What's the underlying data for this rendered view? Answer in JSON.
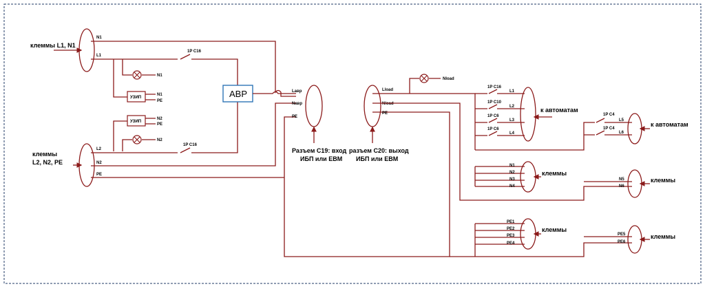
{
  "colors": {
    "wire": "#8b1a1a",
    "avr_border": "#2e75b6",
    "frame": "#1f3864"
  },
  "inputs": {
    "top_terminals": "клеммы L1, N1",
    "bottom_terminals_line1": "клеммы",
    "bottom_terminals_line2": "L2, N2, PE"
  },
  "wires": {
    "N1": "N1",
    "L1": "L1",
    "L2": "L2",
    "N2": "N2",
    "PE": "PE",
    "Lavr": "Lавр",
    "Navr": "Nавр",
    "PE_avr": "PE",
    "Lload": "Lload",
    "Nload": "Nload",
    "PE_load": "PE"
  },
  "components": {
    "avr": "АВР",
    "lamp1_label": "N1",
    "lamp2_label": "N2",
    "lamp_load_label": "Nload",
    "uzip1": "УЗИП",
    "uzip1_n": "N1",
    "uzip1_pe": "PE",
    "uzip2": "УЗИП",
    "uzip2_n": "N2",
    "uzip2_pe": "PE",
    "breaker_l1": "1P C16",
    "breaker_l2": "1P C16"
  },
  "connectors": {
    "c19_line1": "Разъем С19: вход",
    "c19_line2": "ИБП или EBM",
    "c20_line1": "разъем С20: выход",
    "c20_line2": "ИБП или EBM"
  },
  "load_breakers": [
    {
      "rating": "1P C16",
      "out": "L1"
    },
    {
      "rating": "1P C10",
      "out": "L2"
    },
    {
      "rating": "1P C6",
      "out": "L3"
    },
    {
      "rating": "1P C6",
      "out": "L4"
    }
  ],
  "to_breakers_label": "к автоматам",
  "right_breakers": [
    {
      "rating": "1P C4",
      "out": "L5"
    },
    {
      "rating": "1P C4",
      "out": "L6"
    }
  ],
  "to_breakers_label_2": "к автоматам",
  "neutral_outputs": [
    "N1",
    "N2",
    "N3",
    "N4"
  ],
  "neutral_label": "клеммы",
  "neutral_outputs_2": [
    "N5",
    "N6"
  ],
  "neutral_label_2": "клеммы",
  "pe_outputs": [
    "PE1",
    "PE2",
    "PE3",
    "PE4"
  ],
  "pe_label": "клеммы",
  "pe_outputs_2": [
    "PE5",
    "PE6"
  ],
  "pe_label_2": "клеммы"
}
